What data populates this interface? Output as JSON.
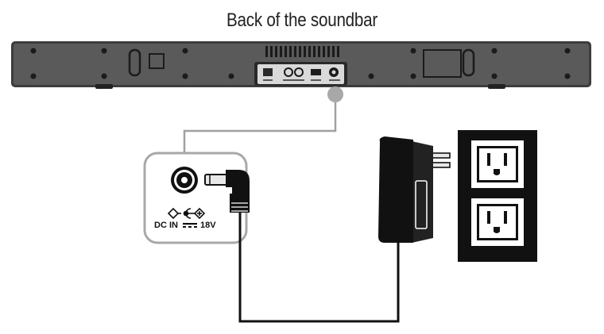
{
  "title": "Back of the soundbar",
  "power_port_label": {
    "dc_in": "DC IN",
    "voltage": "18V"
  },
  "icons": [
    "soundbar-rear",
    "dc-jack-icon",
    "polarity-symbol-icon",
    "power-adapter",
    "wall-outlet"
  ],
  "colors": {
    "soundbar_body": "#4a4a4a",
    "cable": "#111111",
    "leader_line": "#9a9a9a",
    "callout_border": "#aaaaaa",
    "outlet_bg": "#111111"
  }
}
